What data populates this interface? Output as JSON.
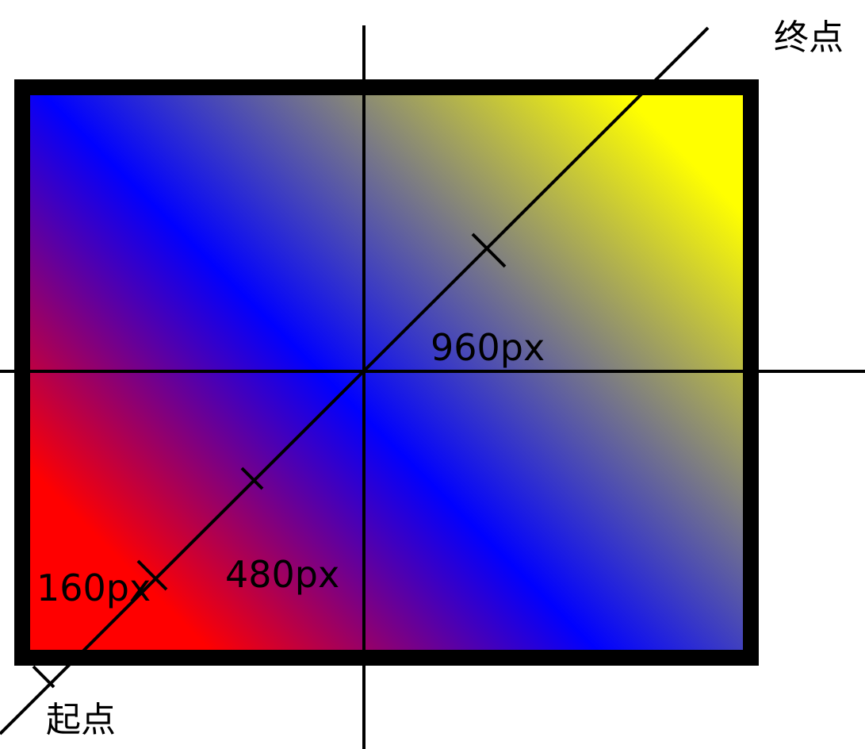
{
  "diagram": {
    "gradient_stops": [
      {
        "offset": 0.16,
        "color": "#ff0000"
      },
      {
        "offset": 0.48,
        "color": "#0000ff"
      },
      {
        "offset": 0.96,
        "color": "#ffff00"
      }
    ],
    "frame_color": "#000000",
    "line_color": "#000000",
    "labels": {
      "end_point": "终点",
      "start_point": "起点",
      "stop_160": "160px",
      "stop_480": "480px",
      "stop_960": "960px"
    }
  }
}
